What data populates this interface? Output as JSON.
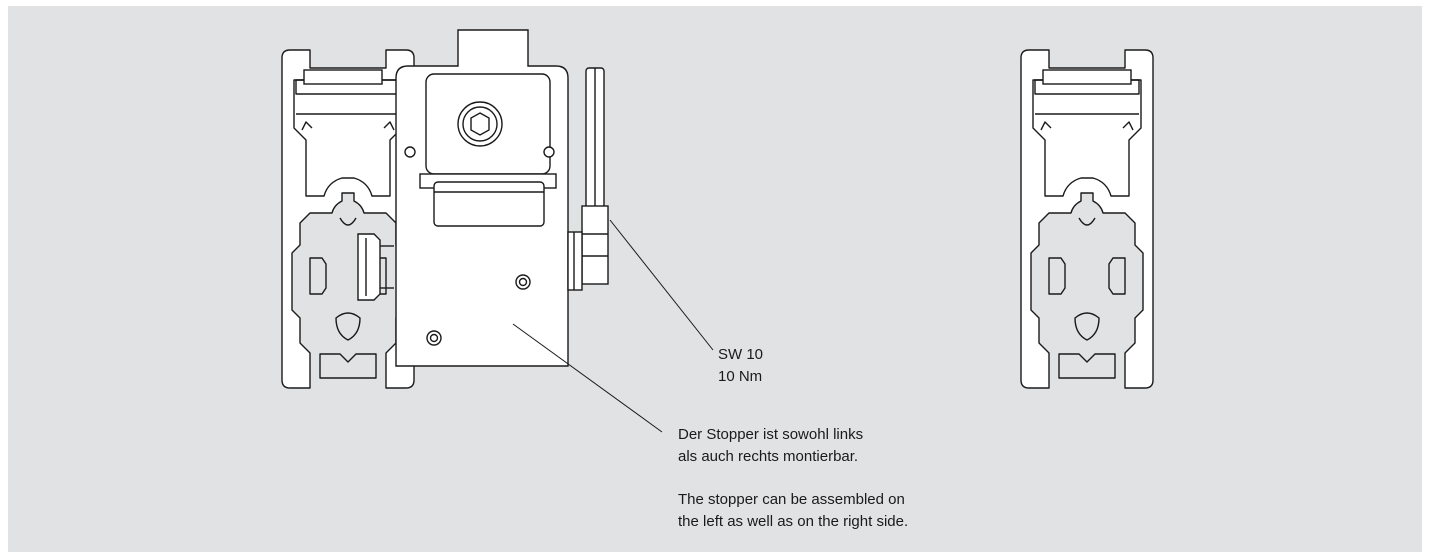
{
  "annotations": {
    "wrench_size": "SW 10",
    "torque": "10 Nm",
    "note_de_line1": "Der Stopper ist sowohl links",
    "note_de_line2": "als auch rechts montierbar.",
    "note_en_line1": "The stopper can be assembled on",
    "note_en_line2": "the left as well as on the right side."
  },
  "colors": {
    "background": "#e1e2e4",
    "line": "#1a1a1a",
    "part_fill": "#ffffff"
  }
}
